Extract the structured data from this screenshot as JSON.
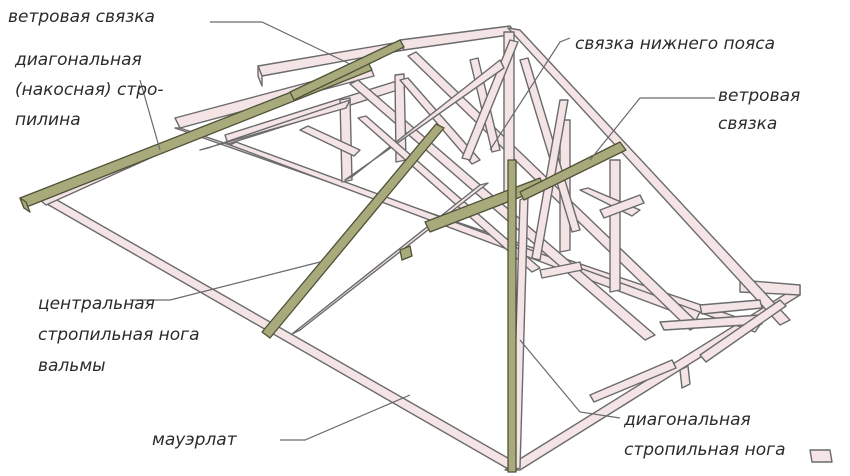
{
  "labels": {
    "wind_brace_top": "ветровая связка",
    "diagonal_rafter_1": "диагональная",
    "diagonal_rafter_2": "(накосная) стро-",
    "diagonal_rafter_3": "пилина",
    "lower_chord_tie": "связка нижнего пояса",
    "wind_brace_right_1": "ветровая",
    "wind_brace_right_2": "связка",
    "central_rafter_1": "центральная",
    "central_rafter_2": "стропильная нога",
    "central_rafter_3": "вальмы",
    "mauerlat": "мауэрлат",
    "diagonal_leg_1": "диагональная",
    "diagonal_leg_2": "стропильная нога"
  },
  "colors": {
    "timber": "#f4e4e6",
    "timber_outline": "#6b6b6b",
    "brace": "#a8aa7c",
    "brace_outline": "#4e5236",
    "text": "#2b2b2b"
  }
}
